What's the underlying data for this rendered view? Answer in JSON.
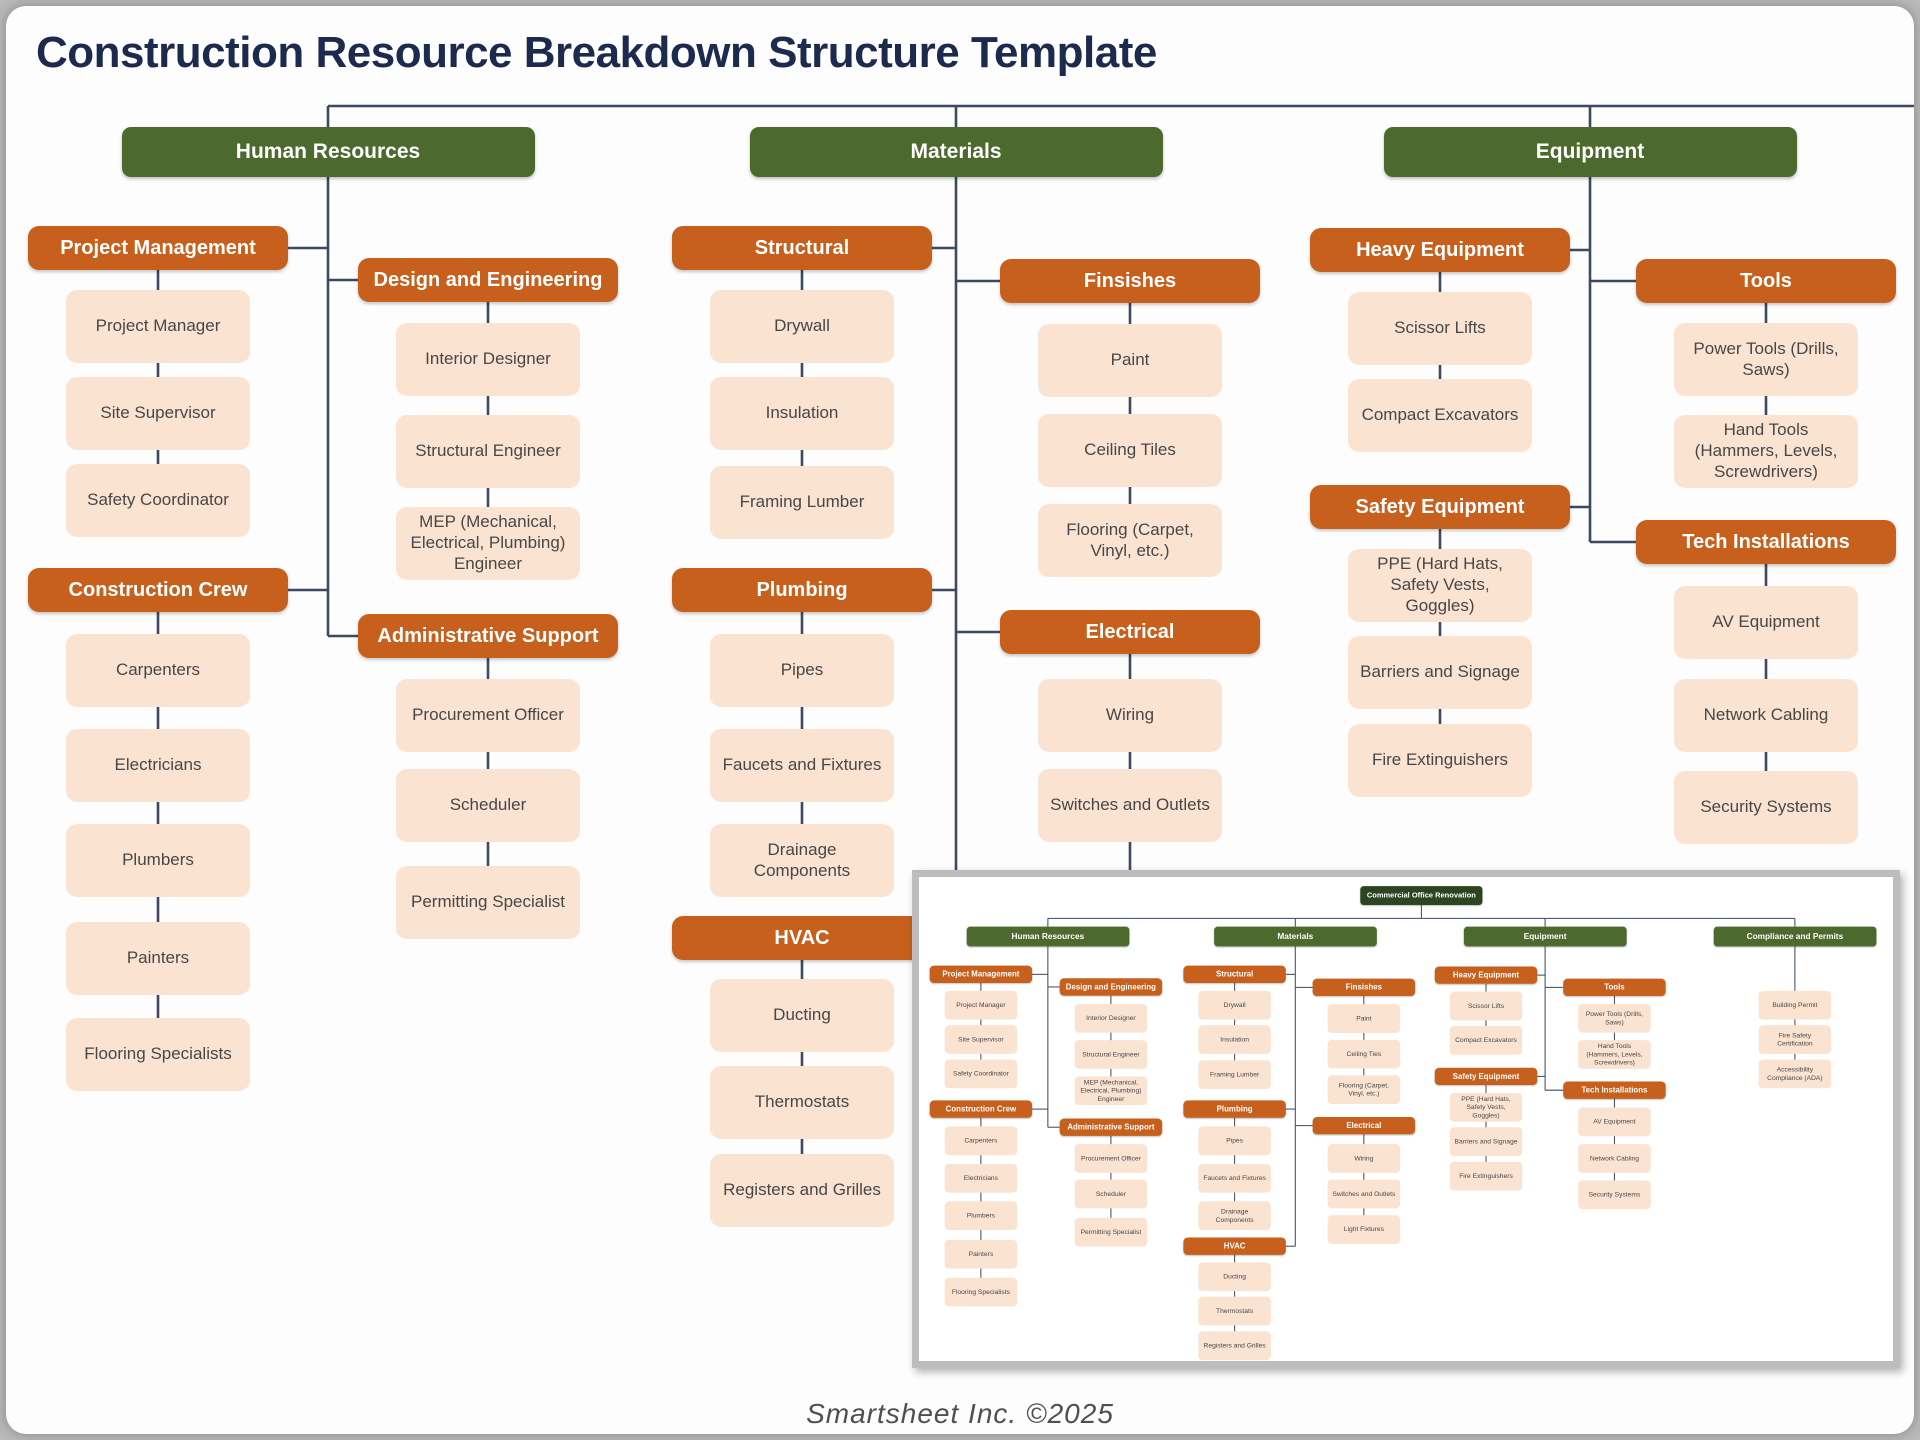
{
  "page": {
    "title": "Construction Resource Breakdown Structure Template",
    "footer": "Smartsheet Inc. ©2025"
  },
  "main": {
    "branches": [
      {
        "label": "Human Resources",
        "groups": [
          {
            "label": "Project Management",
            "items": [
              "Project Manager",
              "Site Supervisor",
              "Safety Coordinator"
            ]
          },
          {
            "label": "Design and Engineering",
            "items": [
              "Interior Designer",
              "Structural Engineer",
              "MEP (Mechanical, Electrical, Plumbing) Engineer"
            ]
          },
          {
            "label": "Construction Crew",
            "items": [
              "Carpenters",
              "Electricians",
              "Plumbers",
              "Painters",
              "Flooring Specialists"
            ]
          },
          {
            "label": "Administrative Support",
            "items": [
              "Procurement Officer",
              "Scheduler",
              "Permitting Specialist"
            ]
          }
        ]
      },
      {
        "label": "Materials",
        "groups": [
          {
            "label": "Structural",
            "items": [
              "Drywall",
              "Insulation",
              "Framing Lumber"
            ]
          },
          {
            "label": "Finsishes",
            "items": [
              "Paint",
              "Ceiling Tiles",
              "Flooring (Carpet, Vinyl, etc.)"
            ]
          },
          {
            "label": "Plumbing",
            "items": [
              "Pipes",
              "Faucets and Fixtures",
              "Drainage Components"
            ]
          },
          {
            "label": "Electrical",
            "items": [
              "Wiring",
              "Switches and Outlets"
            ]
          },
          {
            "label": "HVAC",
            "items": [
              "Ducting",
              "Thermostats",
              "Registers and Grilles"
            ]
          }
        ]
      },
      {
        "label": "Equipment",
        "groups": [
          {
            "label": "Heavy Equipment",
            "items": [
              "Scissor Lifts",
              "Compact Excavators"
            ]
          },
          {
            "label": "Tools",
            "items": [
              "Power Tools (Drills, Saws)",
              "Hand Tools (Hammers, Levels, Screwdrivers)"
            ]
          },
          {
            "label": "Safety Equipment",
            "items": [
              "PPE (Hard Hats, Safety Vests, Goggles)",
              "Barriers and Signage",
              "Fire Extinguishers"
            ]
          },
          {
            "label": "Tech Installations",
            "items": [
              "AV Equipment",
              "Network Cabling",
              "Security Systems"
            ]
          }
        ]
      }
    ]
  },
  "inset": {
    "root": "Commercial Office Renovation",
    "branches": [
      {
        "label": "Human Resources",
        "groups": [
          {
            "label": "Project Management",
            "items": [
              "Project Manager",
              "Site Supervisor",
              "Safety Coordinator"
            ]
          },
          {
            "label": "Design and Engineering",
            "items": [
              "Interior Designer",
              "Structural Engineer",
              "MEP (Mechanical, Electrical, Plumbing) Engineer"
            ]
          },
          {
            "label": "Construction Crew",
            "items": [
              "Carpenters",
              "Electricians",
              "Plumbers",
              "Painters",
              "Flooring Specialists"
            ]
          },
          {
            "label": "Administrative Support",
            "items": [
              "Procurement Officer",
              "Scheduler",
              "Permitting Specialist"
            ]
          }
        ]
      },
      {
        "label": "Materials",
        "groups": [
          {
            "label": "Structural",
            "items": [
              "Drywall",
              "Insulation",
              "Framing Lumber"
            ]
          },
          {
            "label": "Finsishes",
            "items": [
              "Paint",
              "Ceiling Ties",
              "Flooring (Carpet, Vinyl, etc.)"
            ]
          },
          {
            "label": "Plumbing",
            "items": [
              "Pipes",
              "Faucets and Fixtures",
              "Drainage Components"
            ]
          },
          {
            "label": "Electrical",
            "items": [
              "Wiring",
              "Switches and Outlets",
              "Light Fixtures"
            ]
          },
          {
            "label": "HVAC",
            "items": [
              "Ducting",
              "Thermostats",
              "Registers and Grilles"
            ]
          }
        ]
      },
      {
        "label": "Equipment",
        "groups": [
          {
            "label": "Heavy Equipment",
            "items": [
              "Scissor Lifts",
              "Compact Excavators"
            ]
          },
          {
            "label": "Tools",
            "items": [
              "Power Tools (Drills, Saws)",
              "Hand Tools (Hammers, Levels, Screwdrivers)"
            ]
          },
          {
            "label": "Safety Equipment",
            "items": [
              "PPE (Hard Hats, Safety Vests, Goggles)",
              "Barriers and Signage",
              "Fire Extinguishers"
            ]
          },
          {
            "label": "Tech Installations",
            "items": [
              "AV Equipment",
              "Network Cabling",
              "Security Systems"
            ]
          }
        ]
      },
      {
        "label": "Compliance and Permits",
        "items": [
          "Building Permit",
          "Fire Safety Certification",
          "Accessibility Compliance (ADA)"
        ]
      }
    ]
  },
  "colors": {
    "branch_green": "#4c6a2d",
    "root_green": "#2c4520",
    "group_orange": "#c6601c",
    "leaf_peach": "#fbe3d2",
    "connector": "#3c4960"
  }
}
